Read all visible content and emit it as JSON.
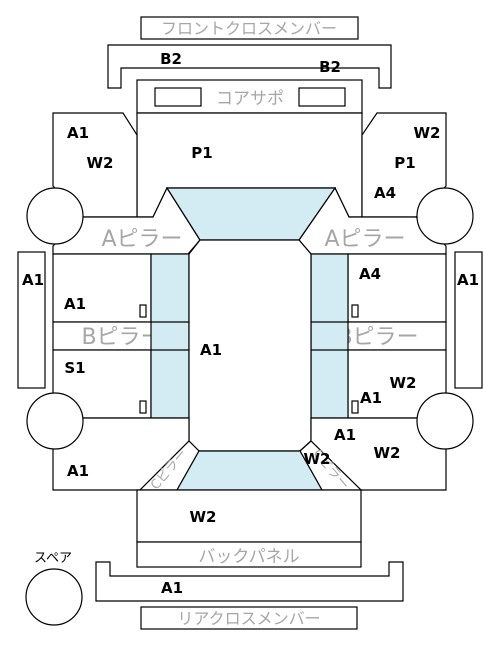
{
  "labels": {
    "front_cross_member": "フロントクロスメンバー",
    "core_support": "コアサポ",
    "a_pillar_left": "Aピラー",
    "a_pillar_right": "Aピラー",
    "b_pillar_left": "Bピラー",
    "b_pillar_right": "Bピラー",
    "back_panel": "バックパネル",
    "rear_cross_member": "リアクロスメンバー",
    "spare": "スペア",
    "c_pillar_left": "Cピラー",
    "c_pillar_right": "Cピラー"
  },
  "codes": {
    "front_member_left": "B2",
    "front_member_right": "B2",
    "front_left_fender_top": "A1",
    "front_left_fender": "W2",
    "hood": "P1",
    "front_right_fender_top": "W2",
    "front_right_fender_mid": "P1",
    "front_right_fender_low": "A4",
    "left_rocker": "A1",
    "right_rocker": "A1",
    "front_left_door": "A1",
    "front_right_door": "A4",
    "roof": "A1",
    "rear_left_door": "S1",
    "rear_right_door_a": "W2",
    "rear_right_door_b": "A1",
    "rear_right_quarter_a": "A1",
    "rear_right_quarter_b": "W2",
    "rear_left_quarter": "A1",
    "rear_window": "W2",
    "trunk": "W2",
    "rear_member": "A1"
  },
  "colors": {
    "glass": "#d3ebf2",
    "outline": "#000000",
    "label_gray": "#a6a6a6"
  }
}
